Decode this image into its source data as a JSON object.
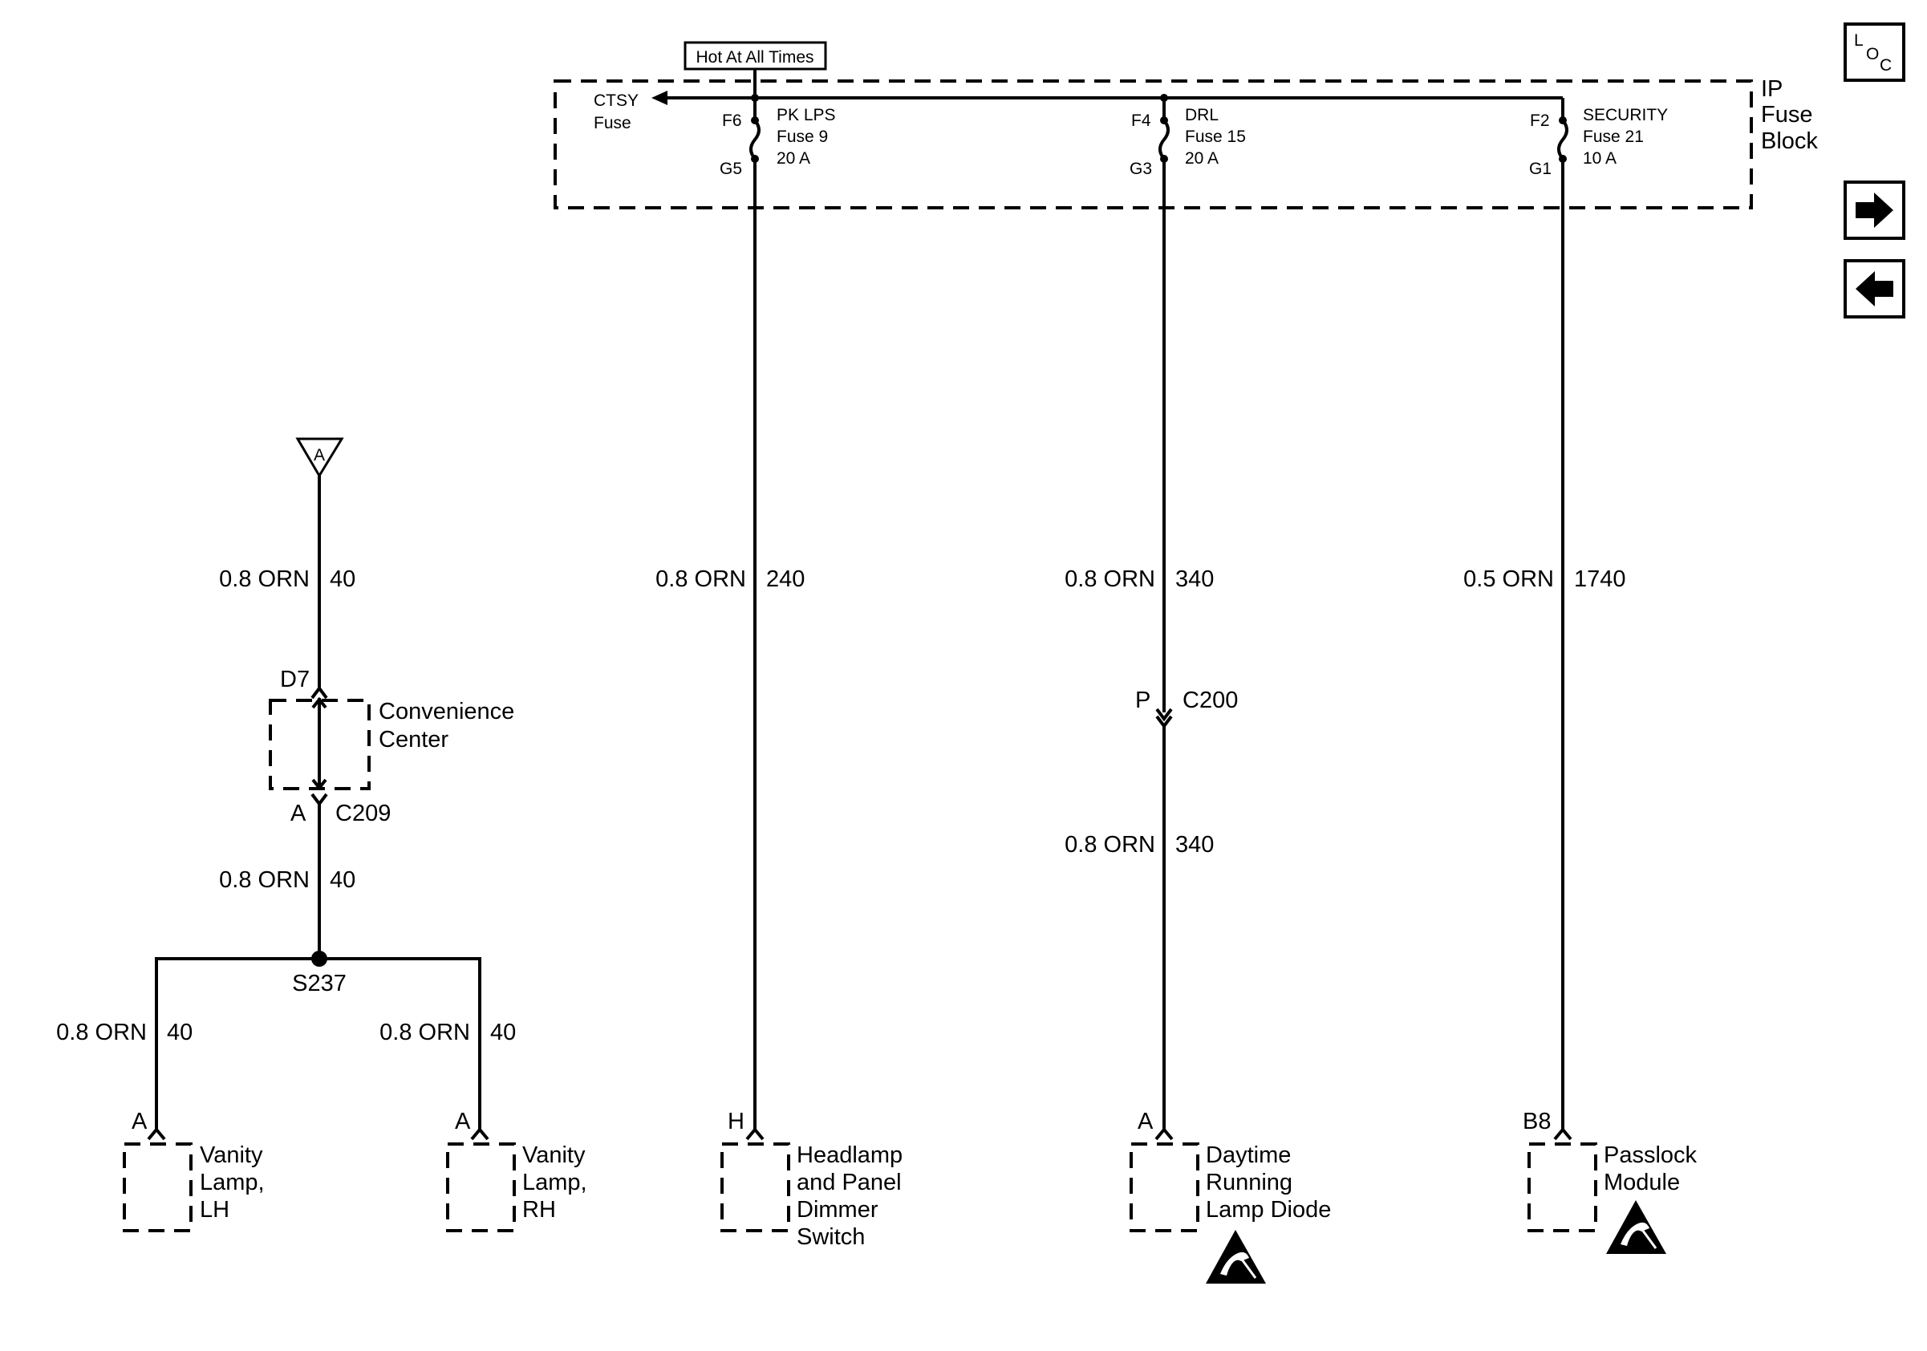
{
  "supply": {
    "hot_label": "Hot At All Times",
    "fuse_block_label": [
      "IP",
      "Fuse",
      "Block"
    ],
    "ctsy_label": [
      "CTSY",
      "Fuse"
    ],
    "fuses": [
      {
        "in_term": "F6",
        "name": "PK LPS",
        "fuse": "Fuse 9",
        "amps": "20 A",
        "out_term": "G5"
      },
      {
        "in_term": "F4",
        "name": "DRL",
        "fuse": "Fuse 15",
        "amps": "20 A",
        "out_term": "G3"
      },
      {
        "in_term": "F2",
        "name": "SECURITY",
        "fuse": "Fuse 21",
        "amps": "10 A",
        "out_term": "G1"
      }
    ]
  },
  "nav": {
    "loc_icon": "loc-icon",
    "next_icon": "arrow-right-icon",
    "prev_icon": "arrow-left-icon"
  },
  "left_circuit": {
    "connector_ref": "A",
    "wire_top": {
      "gauge": "0.8 ORN",
      "circuit": "40"
    },
    "convenience_pin": "D7",
    "convenience_center": [
      "Convenience",
      "Center"
    ],
    "c209_pin": "A",
    "c209": "C209",
    "wire_mid": {
      "gauge": "0.8 ORN",
      "circuit": "40"
    },
    "splice": "S237",
    "wire_lh": {
      "gauge": "0.8 ORN",
      "circuit": "40"
    },
    "wire_rh": {
      "gauge": "0.8 ORN",
      "circuit": "40"
    },
    "lh_pin": "A",
    "rh_pin": "A",
    "lh_label": [
      "Vanity",
      "Lamp,",
      "LH"
    ],
    "rh_label": [
      "Vanity",
      "Lamp,",
      "RH"
    ]
  },
  "circuits": {
    "headlamp": {
      "gauge": "0.8 ORN",
      "circuit": "240",
      "pin": "H",
      "label": [
        "Headlamp",
        "and Panel",
        "Dimmer",
        "Switch"
      ]
    },
    "drl": {
      "gauge": "0.8 ORN",
      "circuit": "340",
      "connector_pin": "P",
      "connector": "C200",
      "gauge2": "0.8 ORN",
      "circuit2": "340",
      "pin": "A",
      "label": [
        "Daytime",
        "Running",
        "Lamp Diode"
      ]
    },
    "passlock": {
      "gauge": "0.5 ORN",
      "circuit": "1740",
      "pin": "B8",
      "label": [
        "Passlock",
        "Module"
      ]
    }
  },
  "esd_icon": "esd-warning-icon"
}
